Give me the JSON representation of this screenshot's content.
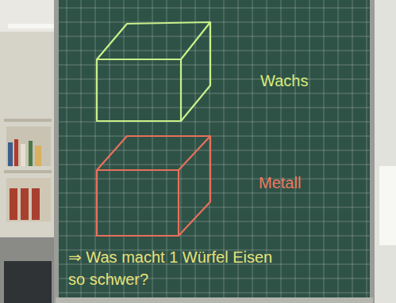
{
  "diagram": {
    "labels": [
      "Wachs",
      "Metall",
      "⇒ Was macht 1 Würfel Eisen so schwer?"
    ]
  }
}
